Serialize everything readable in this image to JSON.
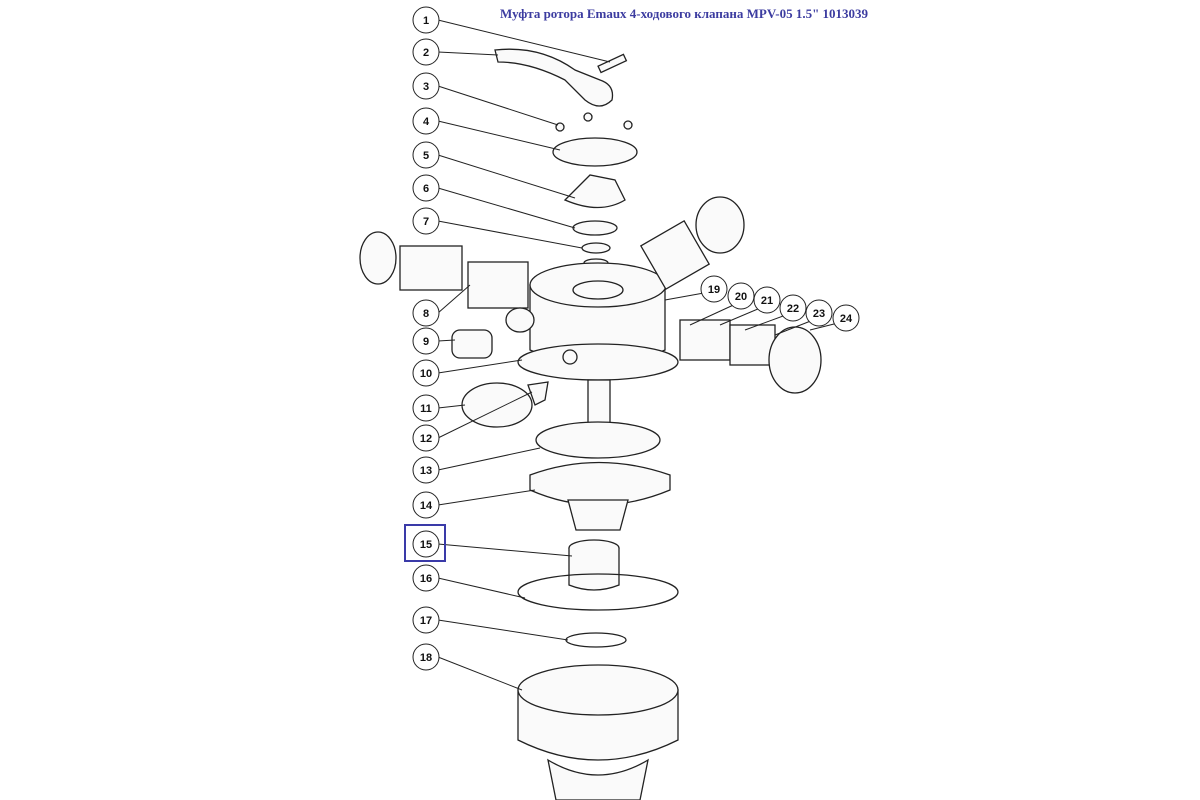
{
  "title": "Муфта ротора Emaux 4-ходового клапана MPV-05  1.5\" 1013039",
  "highlight_color": "#3a3aa8",
  "highlighted_callout": "15",
  "callouts": [
    "1",
    "2",
    "3",
    "4",
    "5",
    "6",
    "7",
    "8",
    "9",
    "10",
    "11",
    "12",
    "13",
    "14",
    "15",
    "16",
    "17",
    "18",
    "19",
    "20",
    "21",
    "22",
    "23",
    "24"
  ]
}
